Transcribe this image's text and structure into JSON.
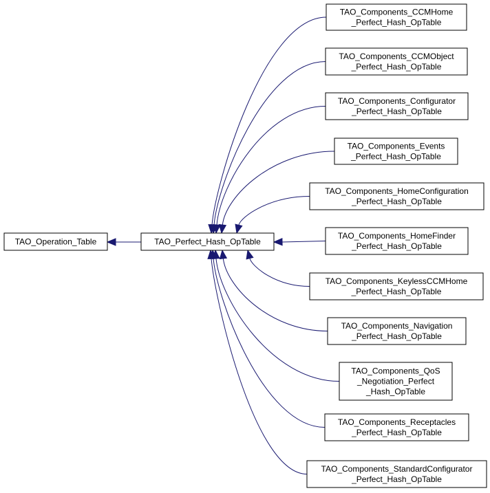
{
  "diagram": {
    "base": {
      "label": "TAO_Operation_Table"
    },
    "middle": {
      "label": "TAO_Perfect_Hash_OpTable"
    },
    "derived": [
      {
        "lines": [
          "TAO_Components_CCMHome",
          "_Perfect_Hash_OpTable"
        ]
      },
      {
        "lines": [
          "TAO_Components_CCMObject",
          "_Perfect_Hash_OpTable"
        ]
      },
      {
        "lines": [
          "TAO_Components_Configurator",
          "_Perfect_Hash_OpTable"
        ]
      },
      {
        "lines": [
          "TAO_Components_Events",
          "_Perfect_Hash_OpTable"
        ]
      },
      {
        "lines": [
          "TAO_Components_HomeConfiguration",
          "_Perfect_Hash_OpTable"
        ]
      },
      {
        "lines": [
          "TAO_Components_HomeFinder",
          "_Perfect_Hash_OpTable"
        ]
      },
      {
        "lines": [
          "TAO_Components_KeylessCCMHome",
          "_Perfect_Hash_OpTable"
        ]
      },
      {
        "lines": [
          "TAO_Components_Navigation",
          "_Perfect_Hash_OpTable"
        ]
      },
      {
        "lines": [
          "TAO_Components_QoS",
          "_Negotiation_Perfect",
          "_Hash_OpTable"
        ]
      },
      {
        "lines": [
          "TAO_Components_Receptacles",
          "_Perfect_Hash_OpTable"
        ]
      },
      {
        "lines": [
          "TAO_Components_StandardConfigurator",
          "_Perfect_Hash_OpTable"
        ]
      }
    ],
    "edge_color": "#191970"
  }
}
